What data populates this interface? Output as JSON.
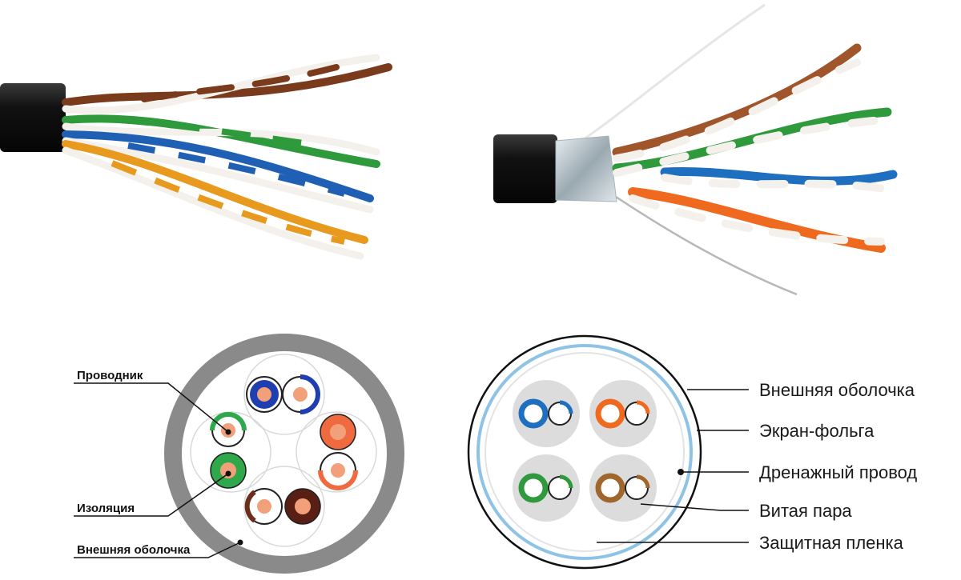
{
  "diagram": {
    "utp_section": {
      "labels": {
        "conductor": "Проводник",
        "insulation": "Изоляция",
        "outer_jacket": "Внешняя оболочка"
      }
    },
    "ftp_section": {
      "labels": {
        "outer_jacket": "Внешняя оболочка",
        "foil_shield": "Экран-фольга",
        "drain_wire": "Дренажный провод",
        "twisted_pair": "Витая пара",
        "protective_film": "Защитная пленка"
      }
    },
    "colors": {
      "blue": "#1f5fb4",
      "orange": "#ef6a1e",
      "green": "#2e9a3c",
      "brown": "#7a3b1c",
      "copper": "#f2a07a",
      "jacket_grey": "#8a8a8a",
      "shield_blue": "#8ec3e6"
    }
  }
}
